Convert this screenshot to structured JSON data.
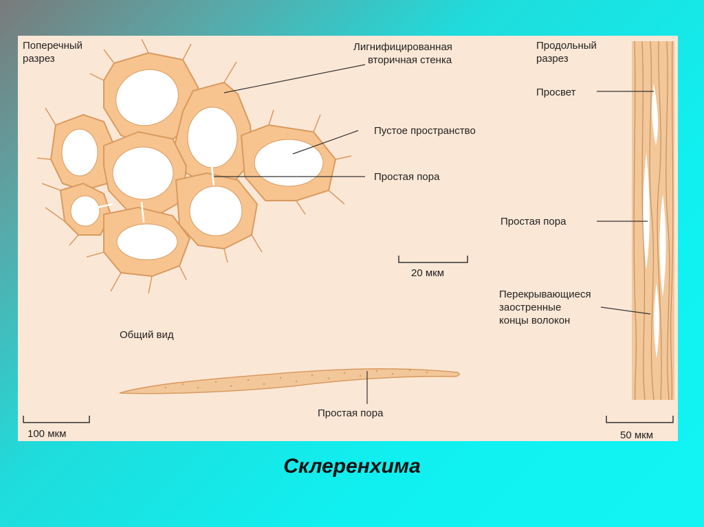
{
  "labels": {
    "cross_section": [
      "Поперечный",
      "разрез"
    ],
    "lignified_wall": [
      "Лигнифицированная",
      "вторичная стенка"
    ],
    "empty_space": "Пустое пространство",
    "simple_pore_cross": "Простая пора",
    "scale_20": "20 мкм",
    "general_view": "Общий вид",
    "simple_pore_general": "Простая пора",
    "scale_100": "100 мкм",
    "longitudinal_section": [
      "Продольный",
      "разрез"
    ],
    "lumen": "Просвет",
    "simple_pore_long": "Простая пора",
    "overlapping_ends": [
      "Перекрывающиеся",
      "заостренные",
      "концы волокон"
    ],
    "scale_50": "50 мкм"
  },
  "caption": "Склеренхима",
  "colors": {
    "background_panel": "#fbe7d6",
    "cell_wall": "#f7c48f",
    "cell_wall_outline": "#d99a5f",
    "lumen_fill": "#ffffff",
    "fiber": "#f2c79a"
  }
}
